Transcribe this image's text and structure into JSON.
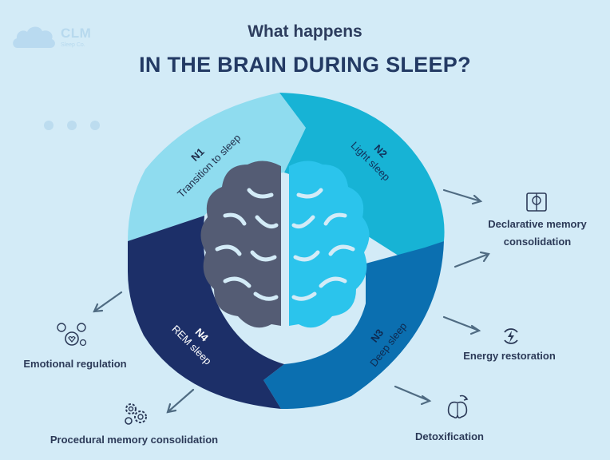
{
  "logo": {
    "name": "CLM",
    "sub": "Sleep Co."
  },
  "title": {
    "line1": "What happens",
    "line2": "IN THE BRAIN DURING SLEEP?"
  },
  "stages": [
    {
      "code": "N1",
      "name": "Transition to sleep"
    },
    {
      "code": "N2",
      "name": "Light sleep"
    },
    {
      "code": "N3",
      "name": "Deep sleep"
    },
    {
      "code": "N4",
      "name": "REM sleep"
    }
  ],
  "benefits": {
    "declarative": {
      "line1": "Declarative memory",
      "line2": "consolidation",
      "icon": "book-brain-icon"
    },
    "energy": {
      "label": "Energy restoration",
      "icon": "energy-cycle-icon"
    },
    "detox": {
      "label": "Detoxification",
      "icon": "brain-refresh-icon"
    },
    "procedural": {
      "label": "Procedural memory consolidation",
      "icon": "gears-icon"
    },
    "emotional": {
      "label": "Emotional regulation",
      "icon": "emotion-faces-icon"
    }
  },
  "colors": {
    "background": "#d3ebf7",
    "n1": "#8fdcef",
    "n2": "#17b3d5",
    "n3": "#0b6fb0",
    "n4": "#1c2f68",
    "brain_left": "#545c74",
    "brain_right": "#2bc4ec",
    "text_dark": "#2c3a58",
    "arrow": "#4f6b82"
  }
}
